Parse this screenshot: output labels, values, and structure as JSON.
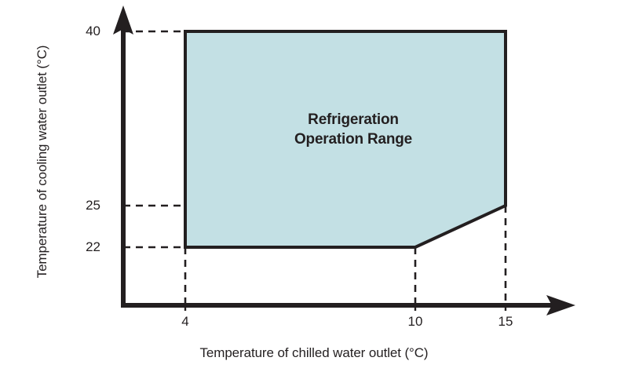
{
  "chart_data": {
    "type": "area",
    "title": "",
    "xlabel": "Temperature of chilled water outlet (°C)",
    "ylabel": "Temperature of cooling water outlet (°C)",
    "xlim": [
      0,
      17.2
    ],
    "ylim": [
      0,
      44.5
    ],
    "grid": false,
    "legend": null,
    "annotations": [
      {
        "text_line1": "Refrigeration",
        "text_line2": "Operation Range",
        "x": 9.3,
        "y": 32.5
      }
    ],
    "x_ticks": [
      {
        "value": 4,
        "label": "4"
      },
      {
        "value": 10,
        "label": "10"
      },
      {
        "value": 15,
        "label": "15"
      }
    ],
    "y_ticks": [
      {
        "value": 40,
        "label": "40"
      },
      {
        "value": 25,
        "label": "25"
      },
      {
        "value": 22,
        "label": "22"
      }
    ],
    "series": [
      {
        "name": "Refrigeration Operation Range",
        "fill_color": "#c3e0e4",
        "edge_color": "#231f20",
        "polygon": [
          {
            "x": 4,
            "y": 40
          },
          {
            "x": 15,
            "y": 40
          },
          {
            "x": 15,
            "y": 25
          },
          {
            "x": 10,
            "y": 22
          },
          {
            "x": 4,
            "y": 22
          }
        ]
      }
    ],
    "guide_lines": [
      {
        "orientation": "horizontal",
        "value": 40,
        "style": "dashed"
      },
      {
        "orientation": "horizontal",
        "value": 25,
        "style": "dashed"
      },
      {
        "orientation": "horizontal",
        "value": 22,
        "style": "dashed"
      },
      {
        "orientation": "vertical",
        "value": 4,
        "style": "dashed"
      },
      {
        "orientation": "vertical",
        "value": 10,
        "style": "dashed"
      },
      {
        "orientation": "vertical",
        "value": 15,
        "style": "dashed"
      }
    ],
    "colors": {
      "region_fill": "#c3e0e4",
      "axis": "#231f20",
      "text": "#231f20",
      "background": "#ffffff"
    }
  },
  "labels": {
    "x_title": "Temperature of chilled water outlet (°C)",
    "y_title": "Temperature of cooling water outlet (°C)",
    "region_line1": "Refrigeration",
    "region_line2": "Operation Range",
    "x_tick_4": "4",
    "x_tick_10": "10",
    "x_tick_15": "15",
    "y_tick_40": "40",
    "y_tick_25": "25",
    "y_tick_22": "22"
  }
}
